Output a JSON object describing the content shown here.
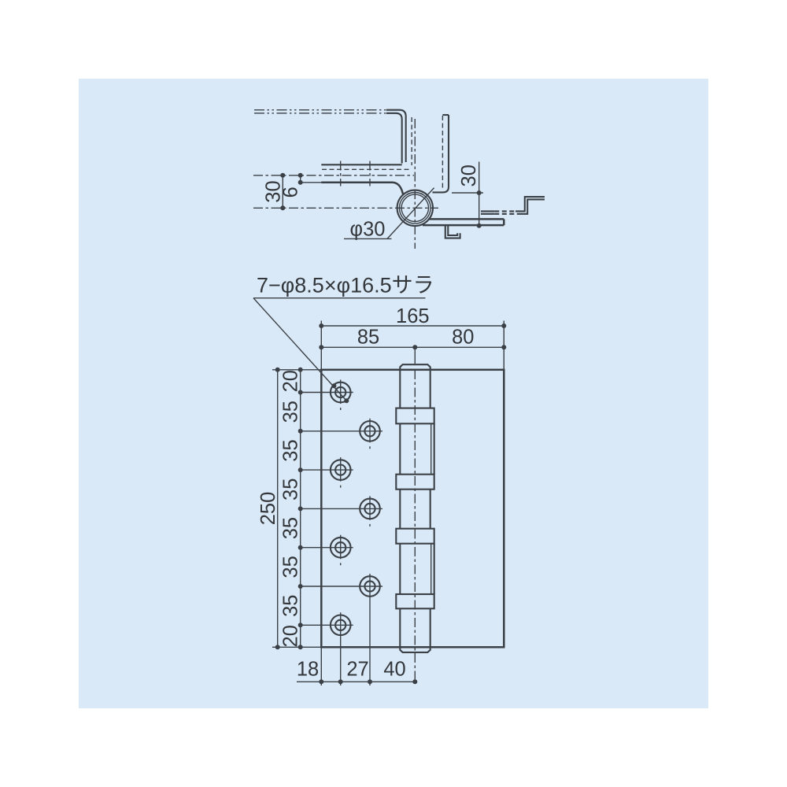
{
  "colors": {
    "panel_bg": "#d9e9f7",
    "line": "#3b4046",
    "text": "#33363a"
  },
  "section_view": {
    "dim_frame_to_center": "30",
    "dim_leaf_gap": "6",
    "dim_center_to_face": "30",
    "dim_knuckle_diameter": "φ30"
  },
  "front_view": {
    "hole_note": "7−φ8.5×φ16.5サラ",
    "width_total": "165",
    "width_left_of_center": "85",
    "width_right_of_center": "80",
    "height_total": "250",
    "height_chain": [
      "20",
      "35",
      "35",
      "35",
      "35",
      "35",
      "35",
      "20"
    ],
    "bottom_chain": [
      "18",
      "27",
      "40"
    ]
  }
}
